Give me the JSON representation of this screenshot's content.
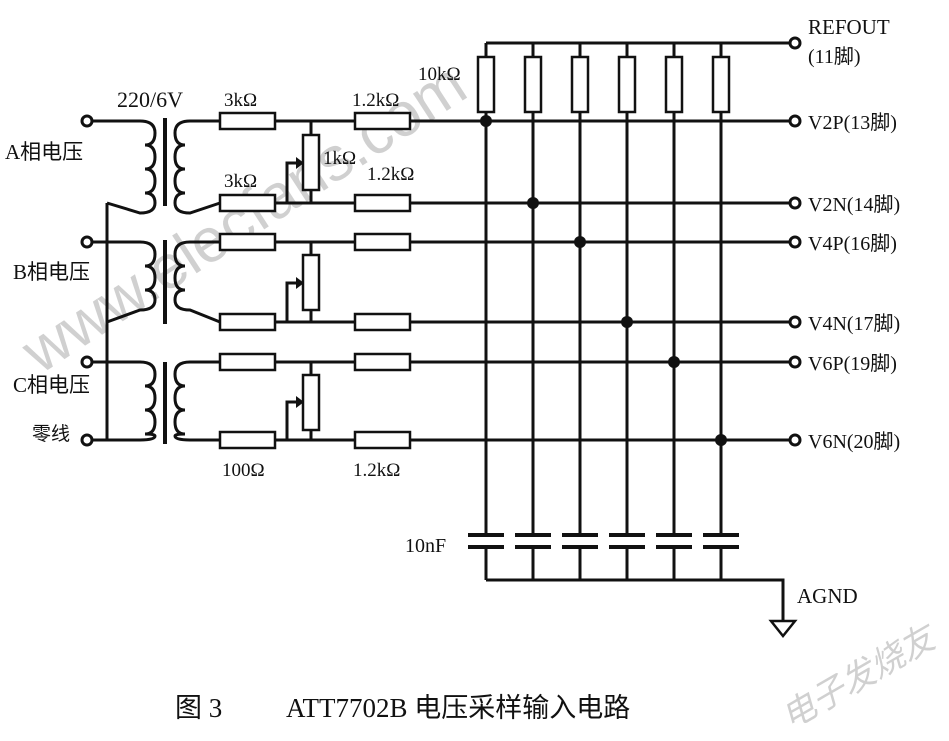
{
  "title": "ATT7702B 电压采样输入电路",
  "figure": {
    "label": "图 3",
    "caption": "ATT7702B 电压采样输入电路"
  },
  "inputs": [
    {
      "id": "A",
      "label": "A相电压"
    },
    {
      "id": "B",
      "label": "B相电压"
    },
    {
      "id": "C",
      "label": "C相电压"
    },
    {
      "id": "N",
      "label": "零线"
    }
  ],
  "transformer": {
    "rating": "220/6V"
  },
  "components": {
    "r_series_upper": "3kΩ",
    "r_series_lower": "3kΩ",
    "r_series_bottom": "100Ω",
    "potentiometer": "1kΩ",
    "r_out_upper": "1.2kΩ",
    "r_out_lower": "1.2kΩ",
    "r_out_bottom": "1.2kΩ",
    "r_pullup": "10kΩ",
    "cap": "10nF"
  },
  "outputs": [
    {
      "name": "REFOUT",
      "pin": "(11脚)"
    },
    {
      "name": "V2P(13脚)"
    },
    {
      "name": "V2N(14脚)"
    },
    {
      "name": "V4P(16脚)"
    },
    {
      "name": "V4N(17脚)"
    },
    {
      "name": "V6P(19脚)"
    },
    {
      "name": "V6N(20脚)"
    }
  ],
  "ground": {
    "label": "AGND"
  },
  "watermarks": {
    "main": "www.elecfans.com",
    "corner": "电子发烧友"
  }
}
